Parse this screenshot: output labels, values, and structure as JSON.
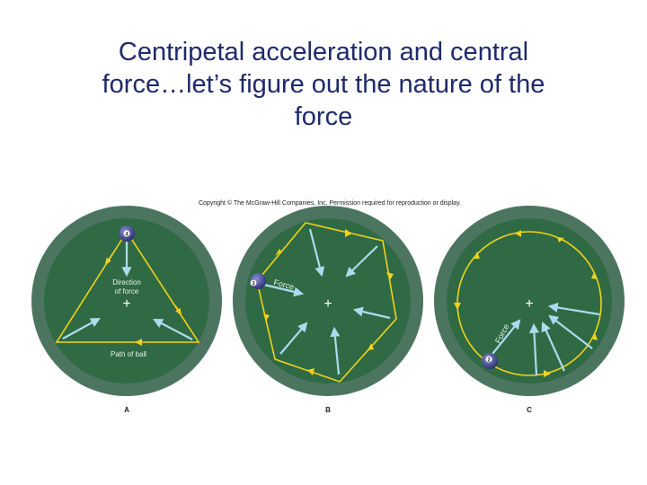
{
  "slide": {
    "title_lines": [
      "Centripetal acceleration and central",
      "force…let’s figure out the nature of the",
      "force"
    ]
  },
  "figure": {
    "copyright": "Copyright © The McGraw-Hill Companies, Inc. Permission required for reproduction or display.",
    "panels": [
      {
        "letter": "A",
        "center_mark": "+",
        "direction_label_lines": [
          "Direction",
          "of force"
        ],
        "path_label": "Path of ball",
        "ball_number": "4"
      },
      {
        "letter": "B",
        "center_mark": "+",
        "force_label": "Force",
        "ball_number": "3"
      },
      {
        "letter": "C",
        "center_mark": "+",
        "force_label": "Force",
        "ball_number": "2"
      }
    ]
  },
  "colors": {
    "title": "#1f2a6b",
    "table_rim": "#4c7560",
    "table_felt": "#2f6a44",
    "path": "#f2d21b",
    "force_arrow": "#a9dcef",
    "ball": "#4a4e9a"
  }
}
